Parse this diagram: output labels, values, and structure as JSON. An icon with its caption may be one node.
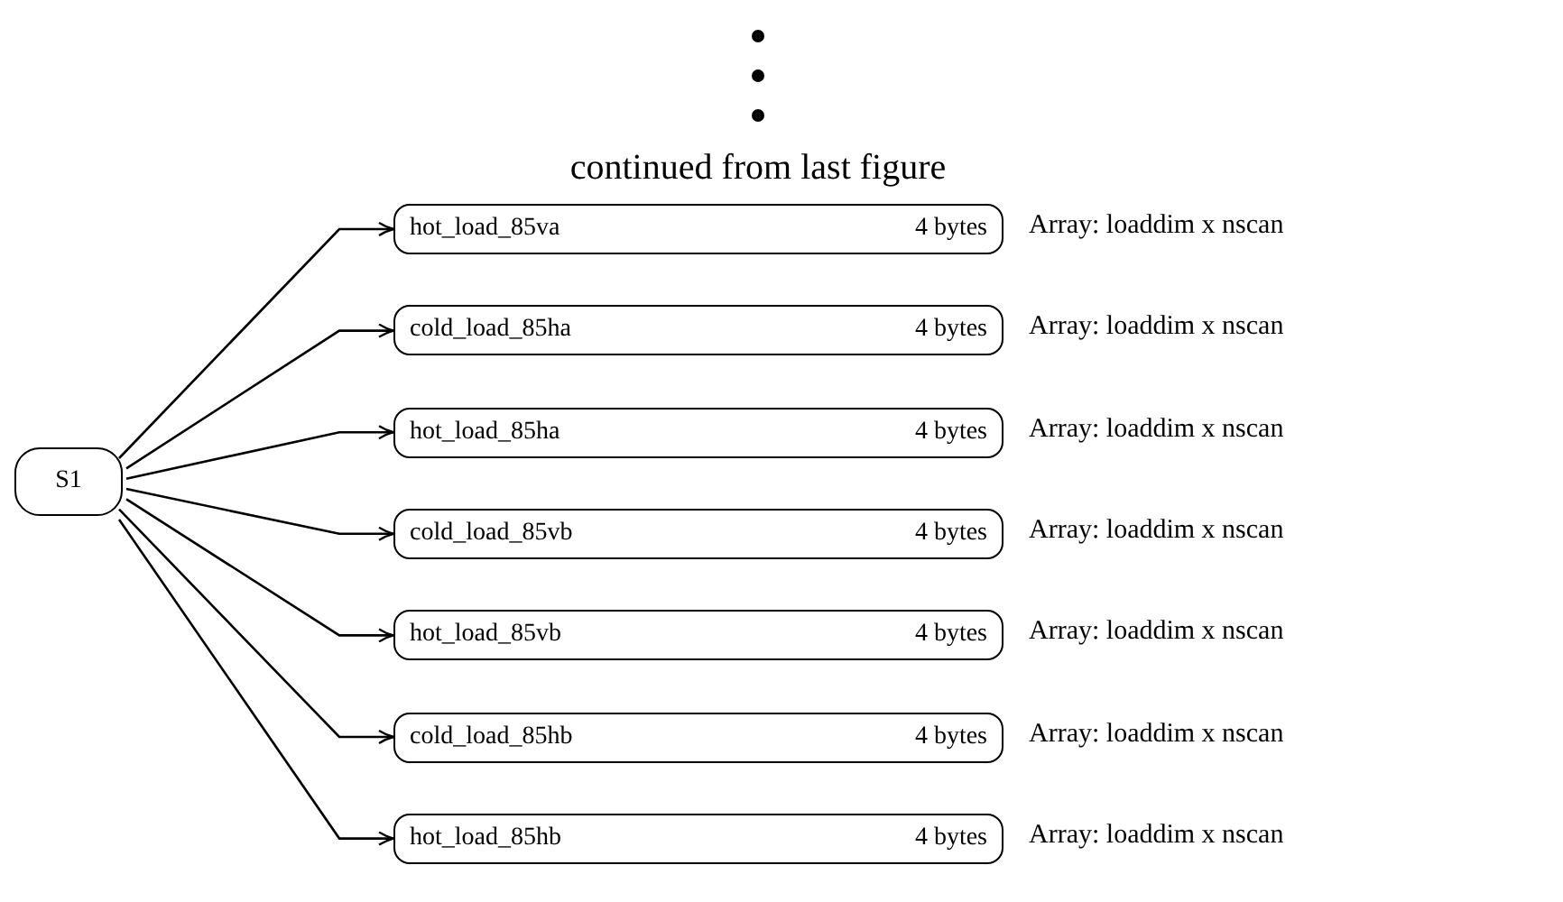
{
  "diagram": {
    "nodes": [
      {
        "text": [
          "S1"
        ]
      },
      {
        "text": [
          "hot_load_85va",
          "4 bytes"
        ],
        "beside": [
          "Array: loaddim x nscan"
        ]
      },
      {
        "text": [
          "cold_load_85ha",
          "4 bytes"
        ],
        "beside": [
          "Array: loaddim x nscan"
        ]
      },
      {
        "text": [
          "hot_load_85ha",
          "4 bytes"
        ],
        "beside": [
          "Array: loaddim x nscan"
        ]
      },
      {
        "text": [
          "cold_load_85vb",
          "4 bytes"
        ],
        "beside": [
          "Array: loaddim x nscan"
        ]
      },
      {
        "text": [
          "hot_load_85vb",
          "4 bytes"
        ],
        "beside": [
          "Array: loaddim x nscan"
        ]
      },
      {
        "text": [
          "cold_load_85hb",
          "4 bytes"
        ],
        "beside": [
          "Array: loaddim x nscan"
        ]
      },
      {
        "text": [
          "hot_load_85hb",
          "4 bytes"
        ],
        "beside": [
          "Array: loaddim x nscan"
        ]
      }
    ],
    "edges": [
      {
        "from": 0,
        "to": 1,
        "arrow": "to"
      },
      {
        "from": 0,
        "to": 2,
        "arrow": "to"
      },
      {
        "from": 0,
        "to": 3,
        "arrow": "to"
      },
      {
        "from": 0,
        "to": 4,
        "arrow": "to"
      },
      {
        "from": 0,
        "to": 5,
        "arrow": "to"
      },
      {
        "from": 0,
        "to": 6,
        "arrow": "to"
      },
      {
        "from": 0,
        "to": 7,
        "arrow": "to"
      }
    ],
    "labels": [
      "continued from last figure"
    ]
  }
}
